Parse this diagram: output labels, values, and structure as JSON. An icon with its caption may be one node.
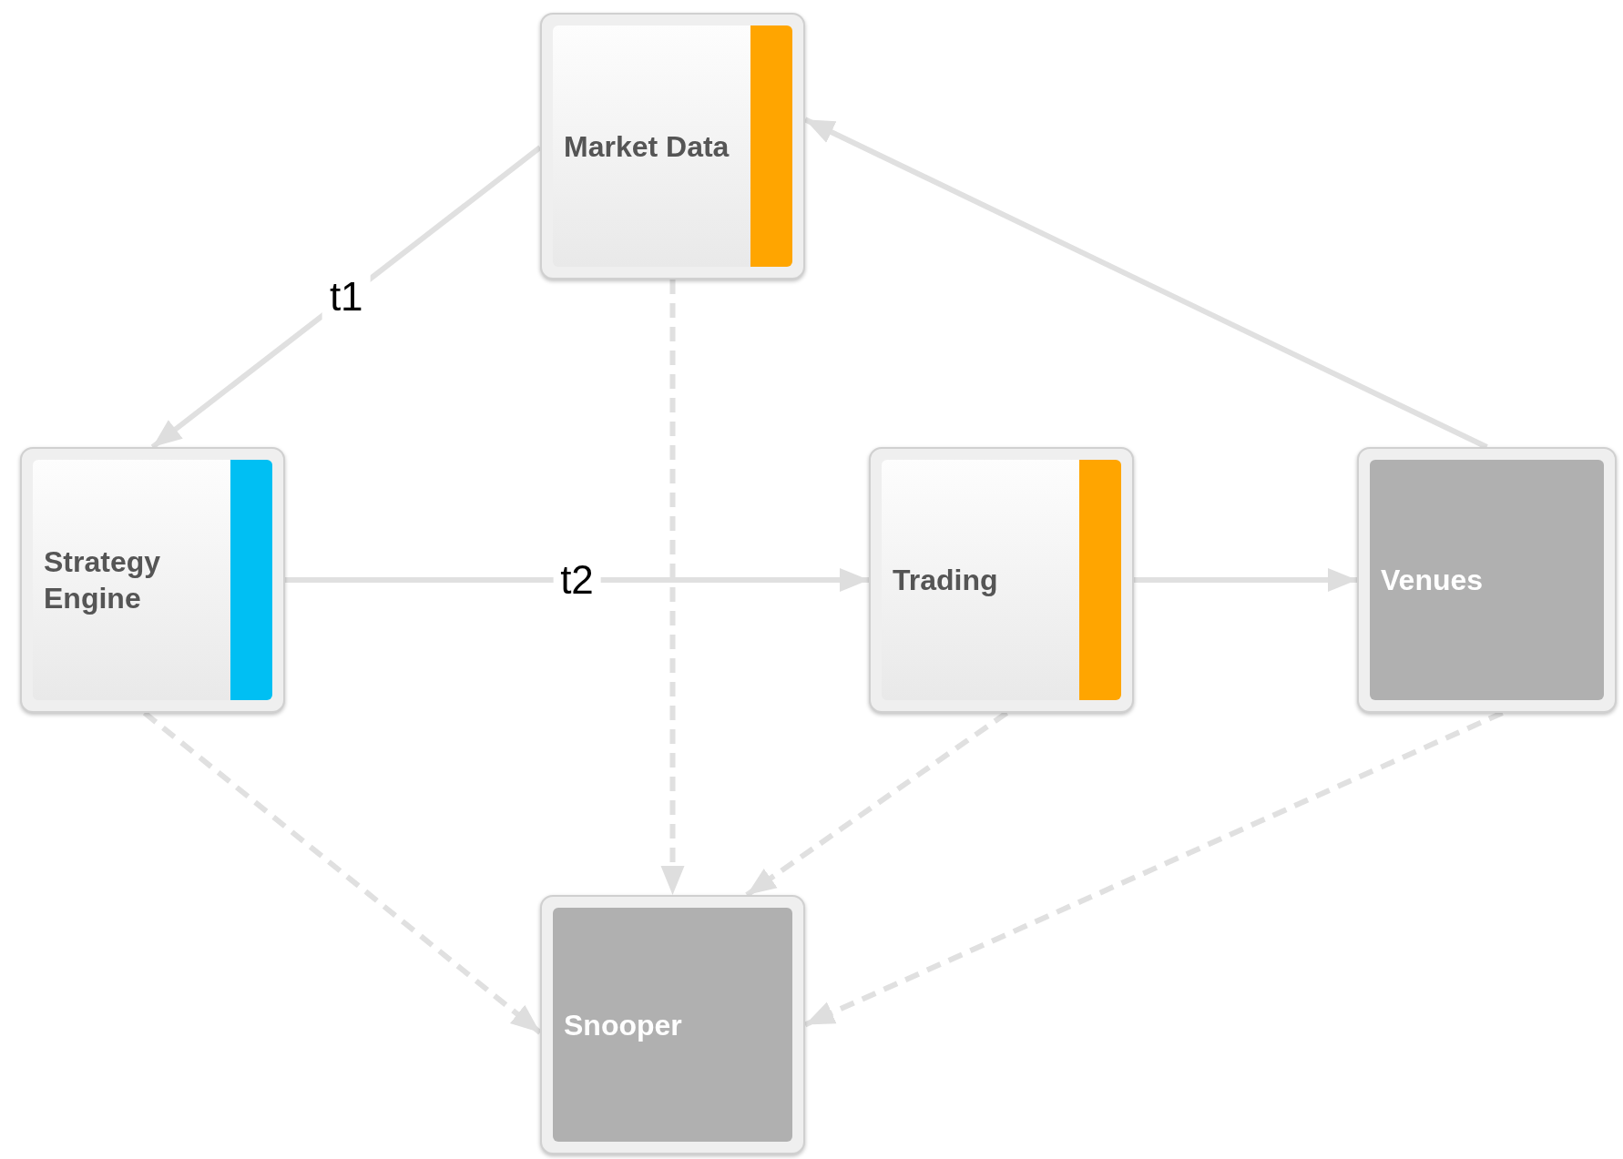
{
  "diagram": {
    "nodes": [
      {
        "text": [
          "Market Data"
        ]
      },
      {
        "text": [
          "Strategy Engine"
        ]
      },
      {
        "text": [
          "Trading"
        ]
      },
      {
        "text": [
          "Venues"
        ]
      },
      {
        "text": [
          "Snooper"
        ]
      }
    ],
    "edges": [
      {
        "from": 0,
        "to": 1,
        "arrow": "to",
        "label": "t1"
      },
      {
        "from": 1,
        "to": 2,
        "arrow": "to",
        "label": "t2"
      },
      {
        "from": 2,
        "to": 3,
        "arrow": "to"
      },
      {
        "from": 3,
        "to": 0,
        "arrow": "to"
      },
      {
        "from": 0,
        "to": 4,
        "arrow": "to",
        "style": "dashed"
      },
      {
        "from": 1,
        "to": 4,
        "arrow": "to",
        "style": "dashed"
      },
      {
        "from": 2,
        "to": 4,
        "arrow": "to",
        "style": "dashed"
      },
      {
        "from": 3,
        "to": 4,
        "arrow": "to",
        "style": "dashed"
      }
    ]
  }
}
